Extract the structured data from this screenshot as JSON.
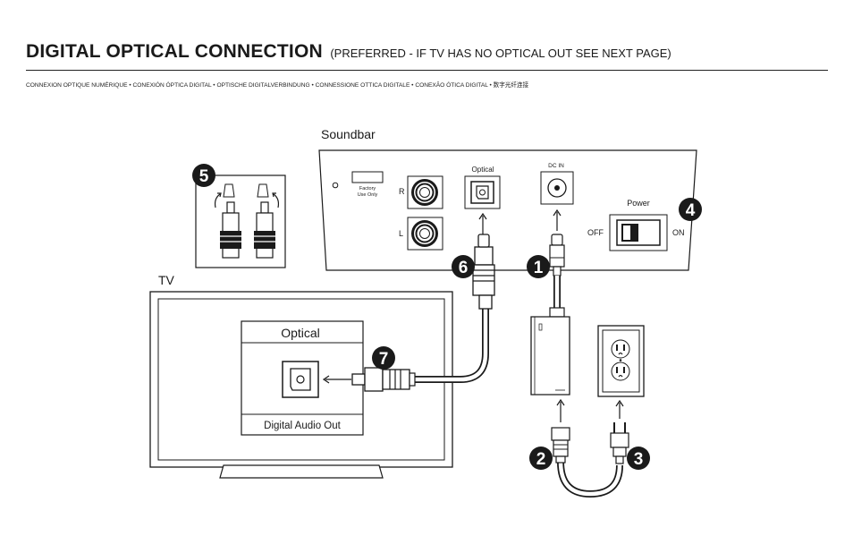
{
  "header": {
    "title": "DIGITAL OPTICAL CONNECTION",
    "subtitle": "(PREFERRED - IF TV HAS NO OPTICAL OUT SEE NEXT PAGE)",
    "languages": "CONNEXION OPTIQUE NUMÉRIQUE • CONEXIÓN ÓPTICA DIGITAL • OPTISCHE DIGITALVERBINDUNG • CONNESSIONE OTTICA DIGITALE • CONEXÃO ÓTICA DIGITAL • 数字光纤连接"
  },
  "soundbar": {
    "label": "Soundbar",
    "factory_line1": "Factory",
    "factory_line2": "Use Only",
    "r_label": "R",
    "l_label": "L",
    "optical_label": "Optical",
    "dcin_label": "DC IN",
    "power_label": "Power",
    "off_label": "OFF",
    "on_label": "ON"
  },
  "tv": {
    "label": "TV",
    "panel_title": "Optical",
    "panel_footer": "Digital Audio Out"
  },
  "steps": [
    "1",
    "2",
    "3",
    "4",
    "5",
    "6",
    "7"
  ],
  "colors": {
    "ink": "#1a1a1a",
    "cable_fill": "#ffffff",
    "connector_gray": "#9a9a9a"
  }
}
